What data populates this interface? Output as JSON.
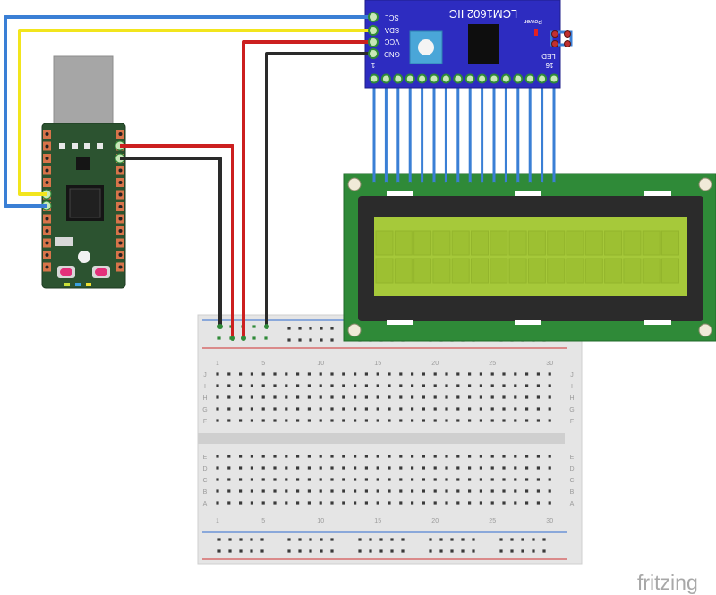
{
  "i2c_module": {
    "title": "LCM1602 IIC",
    "pins": [
      "SCL",
      "SDA",
      "VCC",
      "GND"
    ],
    "pin1_label": "1",
    "pin16_label": "16",
    "power_label": "Power",
    "led_label": "LED"
  },
  "breadboard": {
    "columns_top": [
      "1",
      "5",
      "10",
      "15",
      "20",
      "25",
      "30"
    ],
    "columns_bottom": [
      "1",
      "5",
      "10",
      "15",
      "20",
      "25",
      "30"
    ],
    "rows_top": [
      "J",
      "I",
      "H",
      "G",
      "F"
    ],
    "rows_bottom": [
      "E",
      "D",
      "C",
      "B",
      "A"
    ]
  },
  "brand": "fritzing",
  "wire_colors": {
    "scl": "#3a7fd5",
    "sda": "#f2e51d",
    "vcc": "#cc1f1f",
    "gnd": "#2a2a2a",
    "lcd_pins": "#3a7fd5"
  },
  "icons": {
    "mcu_board": "microcontroller-board-icon",
    "lcd": "lcd-1602-icon",
    "i2c": "i2c-backpack-icon",
    "breadboard": "breadboard-icon"
  }
}
